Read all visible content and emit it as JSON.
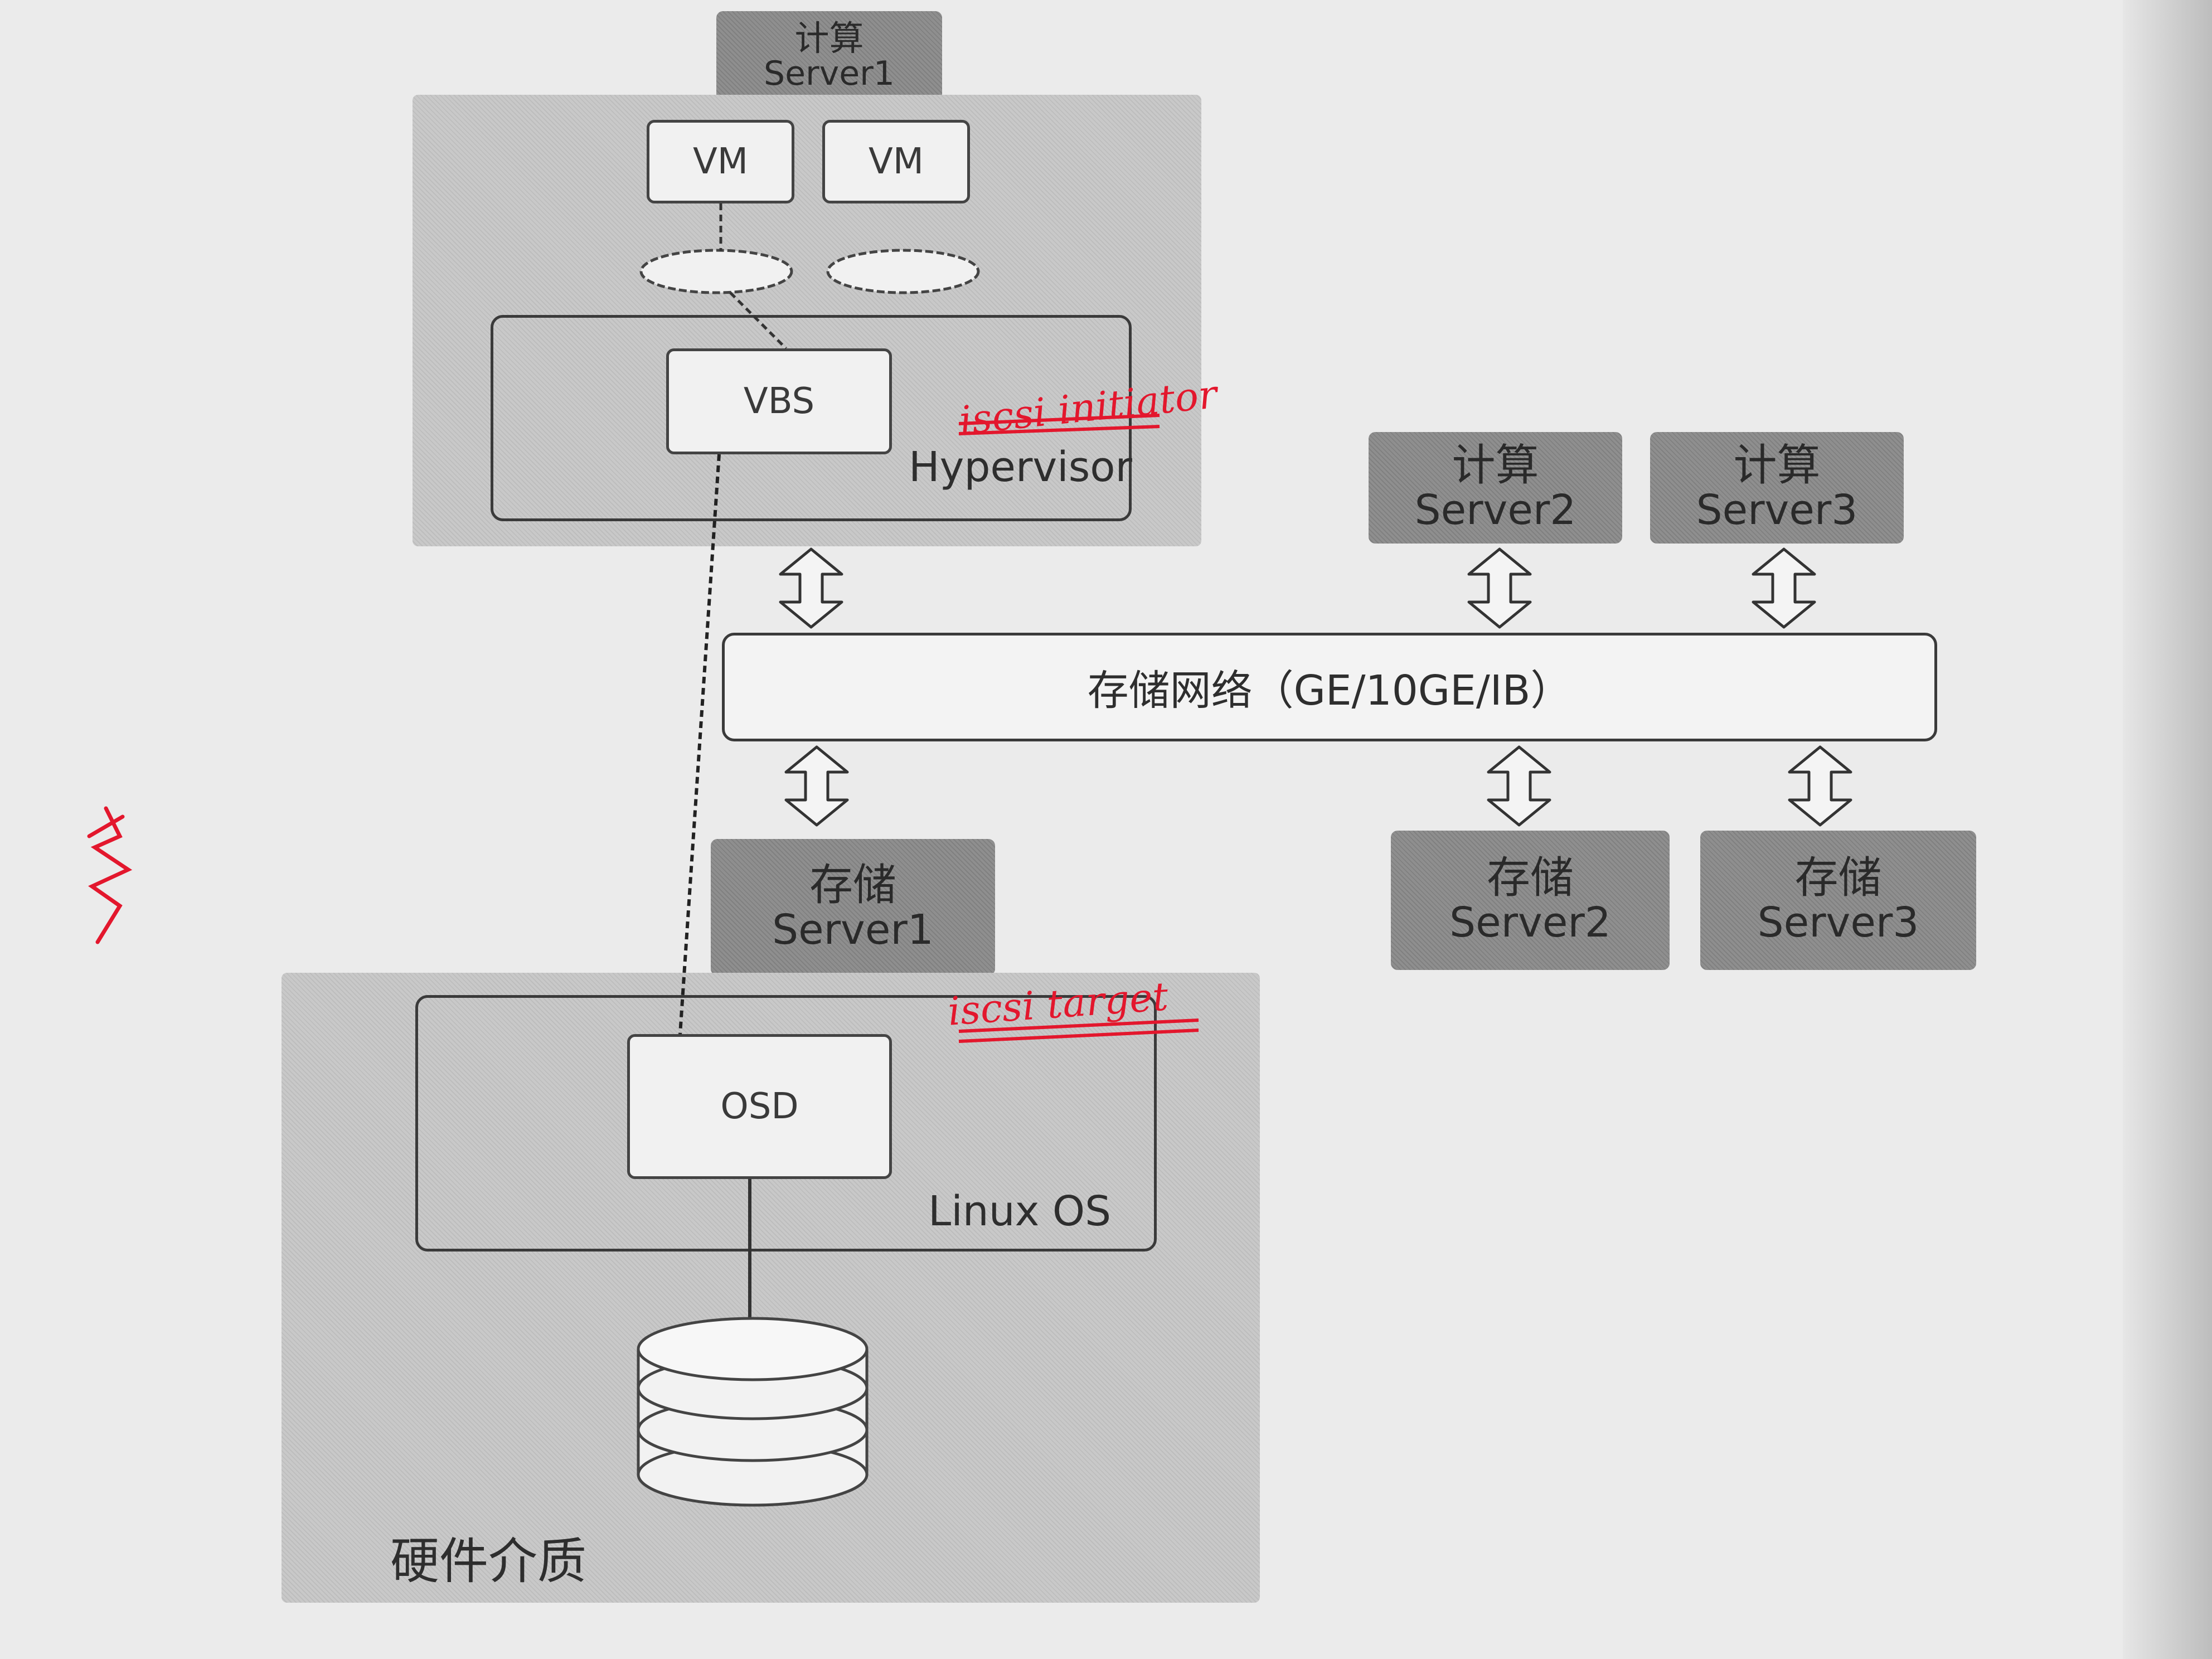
{
  "compute_servers": [
    {
      "cn": "计算",
      "en": "Server1"
    },
    {
      "cn": "计算",
      "en": "Server2"
    },
    {
      "cn": "计算",
      "en": "Server3"
    }
  ],
  "storage_servers": [
    {
      "cn": "存储",
      "en": "Server1"
    },
    {
      "cn": "存储",
      "en": "Server2"
    },
    {
      "cn": "存储",
      "en": "Server3"
    }
  ],
  "vm_labels": [
    "VM",
    "VM"
  ],
  "vbs_label": "VBS",
  "hypervisor_label": "Hypervisor",
  "network_label": "存储网络（GE/10GE/IB）",
  "osd_label": "OSD",
  "linux_os_label": "Linux OS",
  "hardware_label": "硬件介质",
  "annotations": {
    "initiator": "iscsi initiator",
    "target": "iscsi target"
  },
  "colors": {
    "panel_light": "#c9c9c9",
    "server_dark": "#8f8f8f",
    "annotation_red": "#e3172d"
  }
}
